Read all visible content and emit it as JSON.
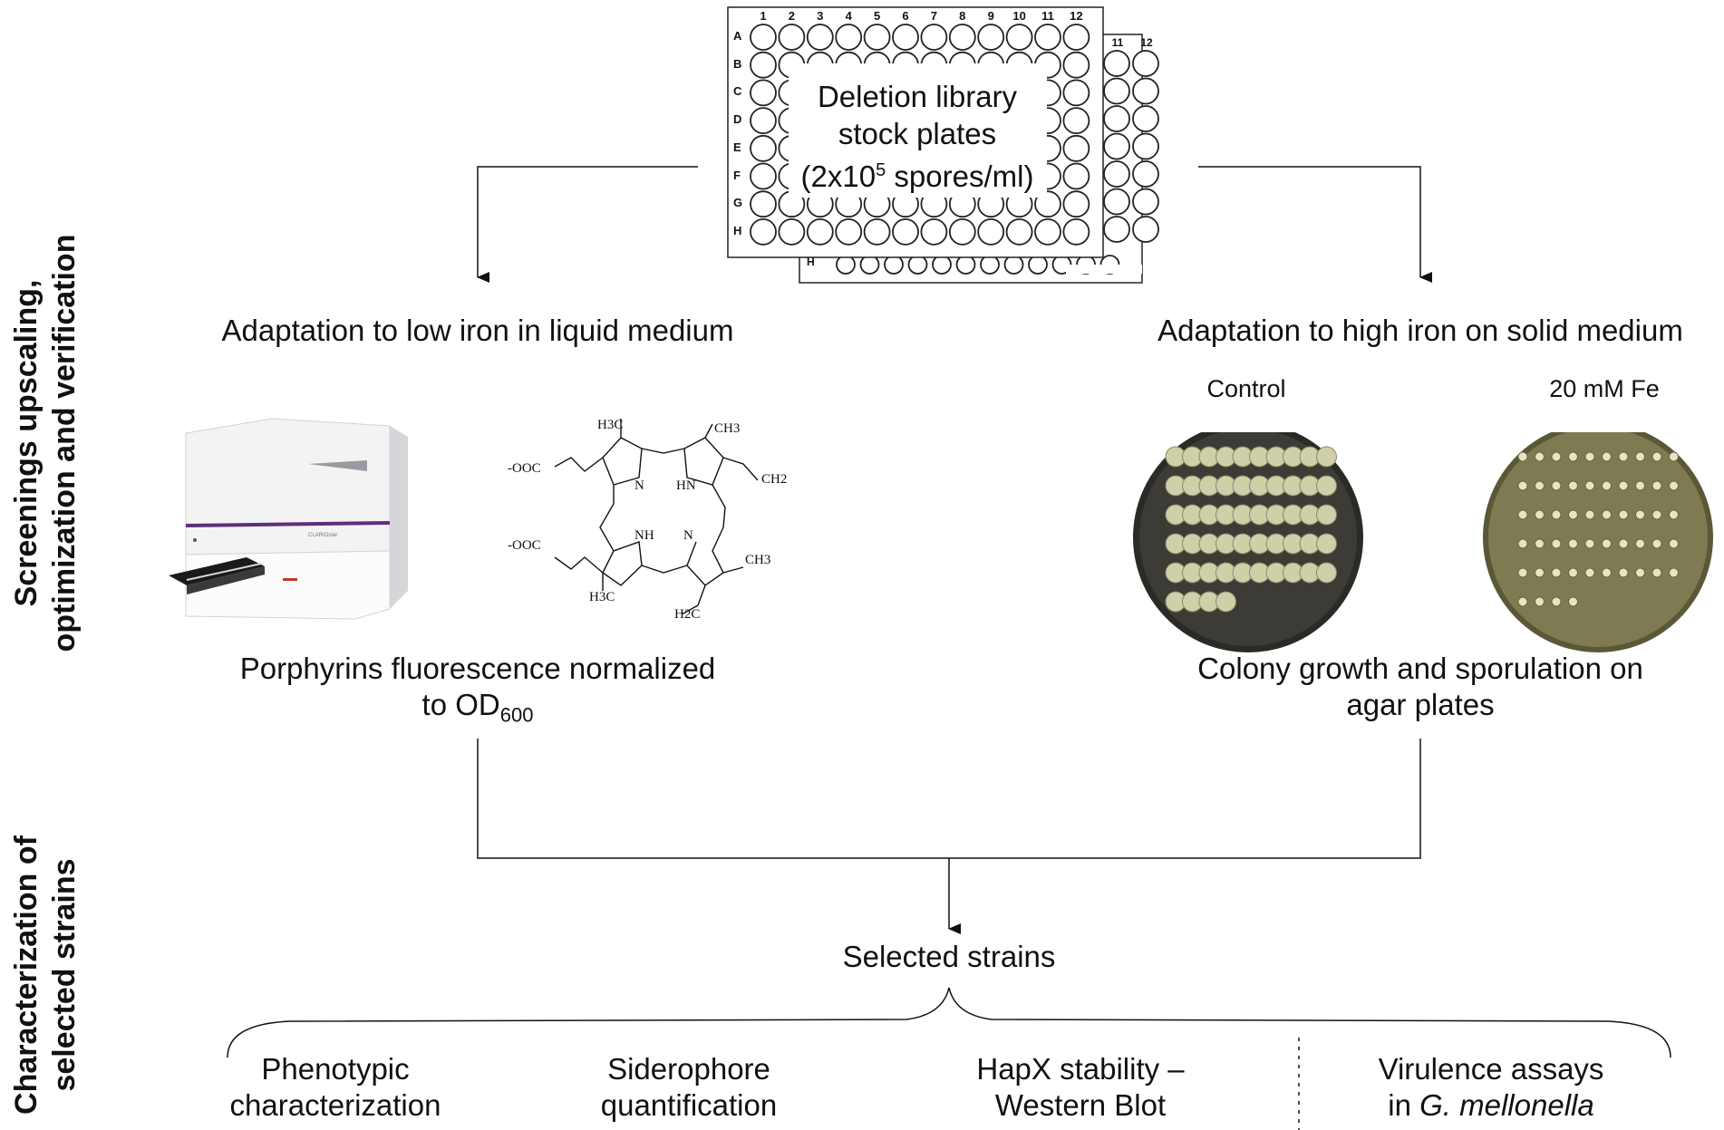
{
  "side_labels": {
    "top_line1": "Screenings upscaling,",
    "top_line2": "optimization and  verification",
    "bottom_line1": "Characterization of",
    "bottom_line2": "selected strains"
  },
  "plate": {
    "title_line1": "Deletion library",
    "title_line2": "stock plates",
    "title_line3_pre": "(2x10",
    "title_line3_sup": "5",
    "title_line3_post": " spores/ml)",
    "columns": [
      "1",
      "2",
      "3",
      "4",
      "5",
      "6",
      "7",
      "8",
      "9",
      "10",
      "11",
      "12"
    ],
    "rows": [
      "A",
      "B",
      "C",
      "D",
      "E",
      "F",
      "G",
      "H"
    ],
    "back_columns": [
      "11",
      "12"
    ],
    "back_row": "H"
  },
  "left_branch": {
    "title": "Adaptation to low iron in liquid medium",
    "caption_line1": "Porphyrins fluorescence normalized",
    "caption_line2_pre": "to OD",
    "caption_line2_sub": "600"
  },
  "right_branch": {
    "title": "Adaptation to high iron on solid medium",
    "control_label": "Control",
    "fe_label": "20 mM Fe",
    "caption_line1": "Colony growth and sporulation on",
    "caption_line2": "agar plates"
  },
  "chem": {
    "h3c_top": "H3C",
    "ch3_top": "CH3",
    "ch2": "CH2",
    "ooc_top": "-OOC",
    "ooc_bottom": "-OOC",
    "n1": "N",
    "hn": "HN",
    "nh": "NH",
    "n2": "N",
    "ch3_right": "CH3",
    "h3c_bottom": "H3C",
    "h2c": "H2C"
  },
  "selected": "Selected strains",
  "assays": [
    {
      "line1": "Phenotypic",
      "line2": "characterization"
    },
    {
      "line1": "Siderophore",
      "line2": "quantification"
    },
    {
      "line1": "HapX stability –",
      "line2": "Western Blot"
    },
    {
      "line1": "Virulence assays",
      "line2_pre": "in ",
      "line2_italic": "G. mellonella"
    }
  ]
}
